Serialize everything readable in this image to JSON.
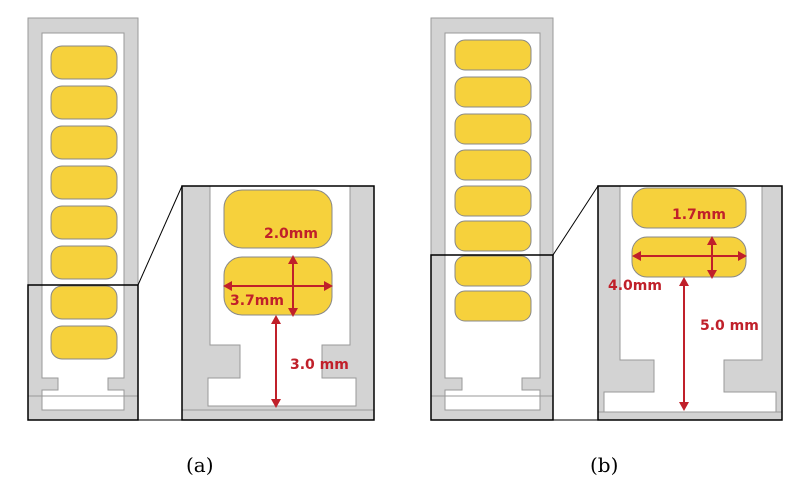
{
  "figure": {
    "panel_a": {
      "caption": "(a)",
      "dims": {
        "pad_gap": "2.0mm",
        "pad_width": "3.7mm",
        "pad_to_bottom": "3.0 mm"
      },
      "strip_pad_count": 8
    },
    "panel_b": {
      "caption": "(b)",
      "dims": {
        "pad_gap": "1.7mm",
        "pad_width": "4.0mm",
        "pad_to_bottom": "5.0 mm"
      },
      "strip_pad_count": 8
    }
  },
  "colors": {
    "pad_fill": "#f6d13c",
    "strip_fill": "#d3d3d3",
    "annotation": "#c0202a"
  }
}
